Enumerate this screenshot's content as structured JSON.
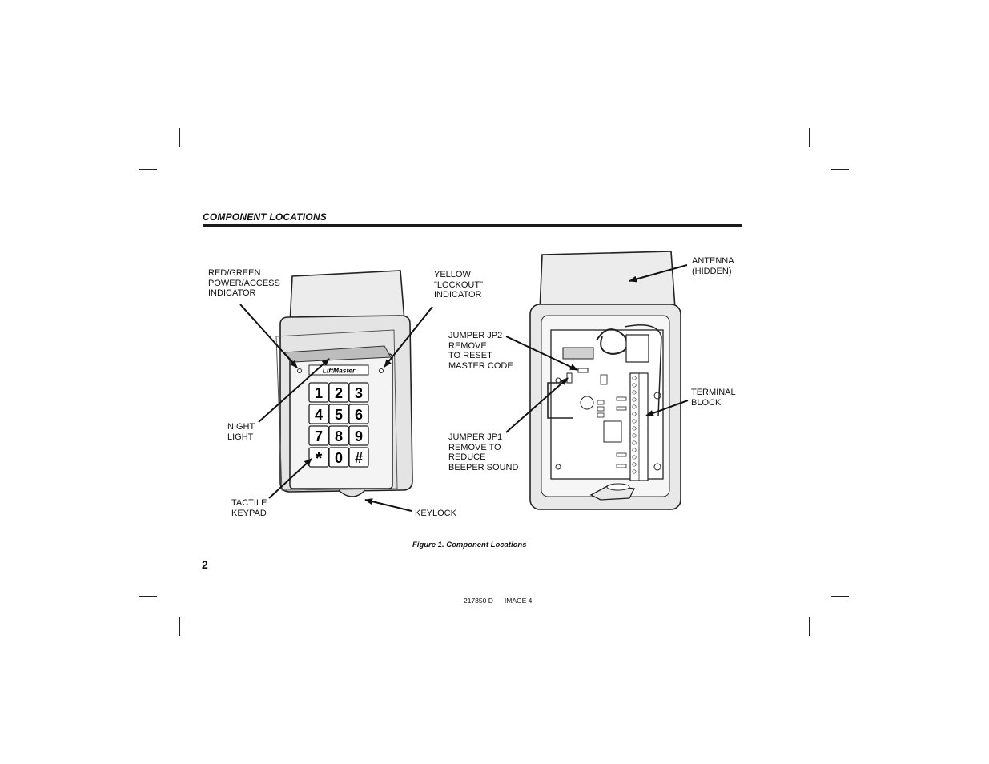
{
  "section_title": "COMPONENT LOCATIONS",
  "labels": {
    "red_green": "RED/GREEN\nPOWER/ACCESS\nINDICATOR",
    "yellow": "YELLOW\n\"LOCKOUT\"\nINDICATOR",
    "night_light": "NIGHT\nLIGHT",
    "tactile_keypad": "TACTILE\nKEYPAD",
    "keylock": "KEYLOCK",
    "jp2": "JUMPER JP2\nREMOVE\nTO RESET\nMASTER CODE",
    "jp1": "JUMPER JP1\nREMOVE TO\nREDUCE\nBEEPER SOUND",
    "antenna": "ANTENNA\n(HIDDEN)",
    "terminal_block": "TERMINAL\nBLOCK"
  },
  "keypad_keys": [
    "1",
    "2",
    "3",
    "4",
    "5",
    "6",
    "7",
    "8",
    "9",
    "*",
    "0",
    "#"
  ],
  "brand_text": "LiftMaster",
  "figure_caption": "Figure 1. Component Locations",
  "page_number": "2",
  "footer": {
    "doc_number": "217350 D",
    "image_ref": "IMAGE 4"
  }
}
